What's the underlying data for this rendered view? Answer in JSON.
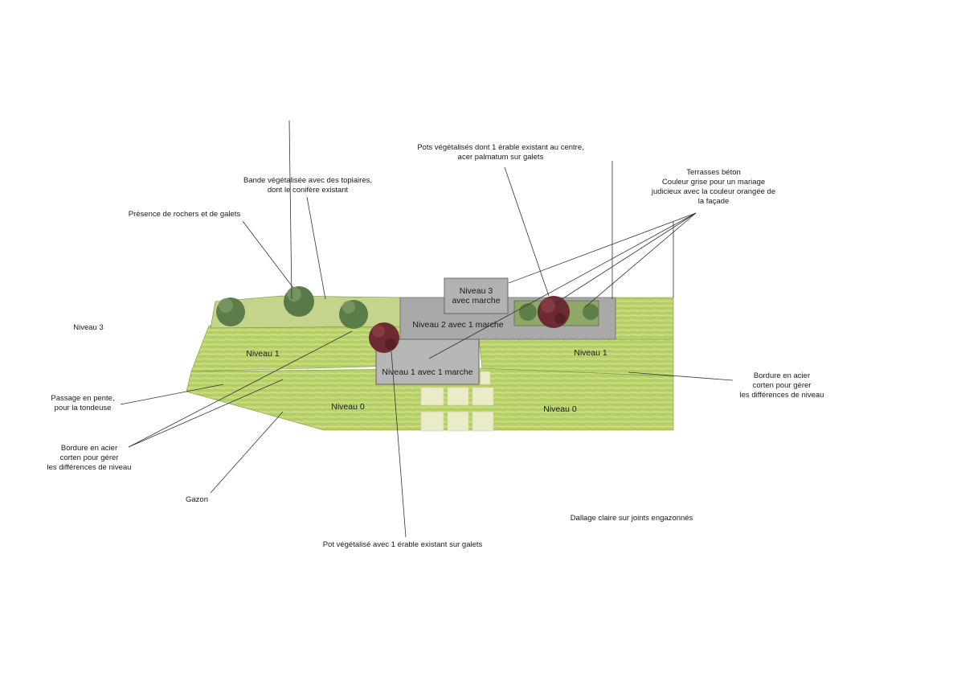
{
  "colors": {
    "lawn": "#b9d36a",
    "lawn_light": "#d8e6a0",
    "concrete": "#a9a9a9",
    "concrete_light": "#bdbdbd",
    "paving": "#ecebc9",
    "hedge": "#5f7f48",
    "maple": "#6e2a33",
    "line": "#333333"
  },
  "annotations": {
    "vegetated_strip": "Bande végétalisée avec des topiaires,\ndont le conifère existant",
    "rocks": "Présence de rochers et de galets",
    "planters_center": "Pots végétalisés dont 1 érable existant au centre,\nacer palmatum sur galets",
    "terraces": "Terrasses béton\nCouleur grise pour un mariage\njudicieux avec la couleur orangée de\nla façade",
    "level3_outside": "Niveau 3",
    "passage": "Passage  en pente,\npour la tondeuse",
    "corten_left": "Bordure en acier\ncorten pour gérer\nles différences de niveau",
    "corten_right": "Bordure en acier\ncorten pour gérer\nles différences de niveau",
    "lawn": "Gazon",
    "paving": "Dallage claire  sur joints engazonnés",
    "planter_single": "Pot végétalisé avec 1 érable existant sur galets"
  },
  "zones": {
    "level1_left": "Niveau 1",
    "level1_right": "Niveau 1",
    "level0_left": "Niveau 0",
    "level0_right": "Niveau 0",
    "terrace_level3": "Niveau 3\navec marche",
    "terrace_level2": "Niveau 2 avec 1 marche",
    "terrace_level1": "Niveau 1 avec 1 marche"
  }
}
